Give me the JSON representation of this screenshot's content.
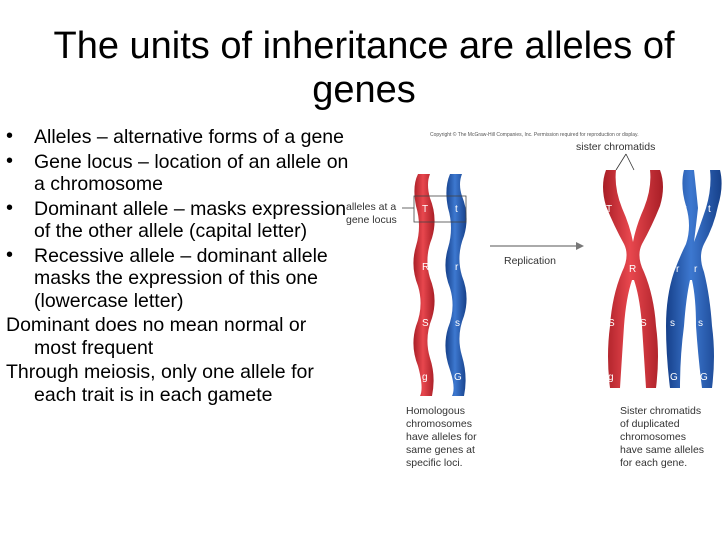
{
  "slide": {
    "title": "The units of inheritance are alleles of genes",
    "bullets": [
      "Alleles – alternative forms of a gene",
      "Gene locus – location of an allele on a chromosome",
      "Dominant allele – masks expression of the other allele (capital letter)",
      "Recessive allele – dominant allele masks the expression of this one (lowercase letter)"
    ],
    "paragraphs": [
      "Dominant does no mean normal or most frequent",
      "Through meiosis, only one allele for each trait is in each gamete"
    ]
  },
  "figure": {
    "copyright": "Copyright © The McGraw-Hill Companies, Inc. Permission required for reproduction or display.",
    "sister_chromatids_label": "sister chromatids",
    "alleles_label_line1": "alleles at a",
    "alleles_label_line2": "gene locus",
    "replication_label": "Replication",
    "homologous_caption": [
      "Homologous",
      "chromosomes",
      "have alleles for",
      "same genes at",
      "specific loci."
    ],
    "sister_caption": [
      "Sister chromatids",
      "of duplicated",
      "chromosomes",
      "have same alleles",
      "for each gene."
    ],
    "left_red_alleles": [
      "T",
      "R",
      "S",
      "g"
    ],
    "left_blue_alleles": [
      "t",
      "r",
      "s",
      "G"
    ],
    "colors": {
      "red": "#d8323a",
      "blue": "#2a5fb8",
      "arrow": "#777777"
    }
  }
}
